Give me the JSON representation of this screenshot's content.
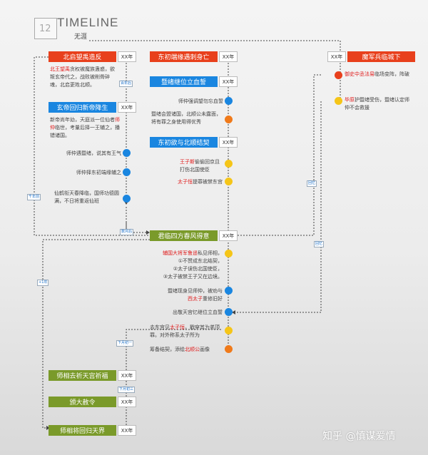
{
  "header": {
    "logo_num": "12",
    "title": "TIMELINE",
    "subtitle": "无涯"
  },
  "events": {
    "e1": {
      "title": "北启望禹造反",
      "year": "XX年"
    },
    "e2": {
      "title": "玄帝回归新帝降生",
      "year": "XX年"
    },
    "e3": {
      "title": "东初端缘遇刺身亡",
      "year": "XX年"
    },
    "e4": {
      "title": "暨绪继位立血誓",
      "year": "XX年"
    },
    "e5": {
      "title": "东初欲与北顺结契",
      "year": "XX年"
    },
    "e6": {
      "title": "魔军兵临城下",
      "year": "XX年"
    },
    "e7": {
      "title": "君临四方春风得意",
      "year": "XX年"
    },
    "e8": {
      "title": "师相去祈天宫祈福",
      "year": "XX年"
    },
    "e9": {
      "title": "颁大赦令",
      "year": "XX年"
    },
    "e10": {
      "title": "师相将回归天界",
      "year": "XX年"
    }
  },
  "notes": {
    "n1": {
      "hl": "北王望禹",
      "rest": "贪权被魔族蛊惑，欲叛玄帝代之，战败被削骨碎魂，北启更姓北顺。"
    },
    "n2": {
      "a": "新帝尚年幼，天庭派一位仙者",
      "hl": "师仲",
      "b": "临世，考量后择一王辅之，播错诸国。"
    },
    "n3": "师仲遇暨绪，说其有王气",
    "n4": "师仲择东初端缘辅之",
    "n5": "仙鹤衔天春降临，国师功德圆满，不日将重返仙班",
    "n6": "师仲强调望勿忘血誓",
    "n7": "暨绪会盟诸国，北顺公未露面，将有罪之身使用得优秀",
    "n8": {
      "hl": "王子斯",
      "rest": "偷偷回京且打伤北国使臣"
    },
    "n9": {
      "hl": "太子恒",
      "rest": "提罪被禁东宫"
    },
    "n10": {
      "hl": "御史中丞法易",
      "rest": "临场变阵，阵破"
    },
    "n11": {
      "hl": "毕原",
      "rest": "护暨绪受伤，暨绪认定师仲不会救援"
    },
    "n12": {
      "hl": "辅国大将军鲁遥",
      "l1": "私见师相，",
      "l2": "①不赞成东北结契，",
      "l3": "②太子误伤北国使臣，",
      "l4": "③太子被禁王子又在边境。"
    },
    "n13": {
      "a": "暨绪现身见师仲，被劝与",
      "hl": "西太子",
      "b": "重修旧好"
    },
    "n14": "出敬天宫忆继位立血誓",
    "n15": {
      "a": "去东宫见",
      "hl": "太子恒",
      "b": "，戳穿其为弟顶罪。对外称系太子所为"
    },
    "n16": {
      "a": "筹备结契，添绘",
      "hl": "北顺公",
      "b": "画像"
    }
  },
  "tags": {
    "t1": "百年后",
    "t2": "千年前",
    "t3": "数月后",
    "t4": "+1年",
    "t5": "回忆",
    "t6": "回忆",
    "t7": "下月初一",
    "t8": "下月初三"
  },
  "watermark": "知乎 @慎谋爱情",
  "colors": {
    "red": "#e8401c",
    "blue": "#1a86e0",
    "green": "#7a9a2a",
    "yellow": "#f5c518",
    "orange": "#f07a1a",
    "highlight": "#e02020"
  }
}
